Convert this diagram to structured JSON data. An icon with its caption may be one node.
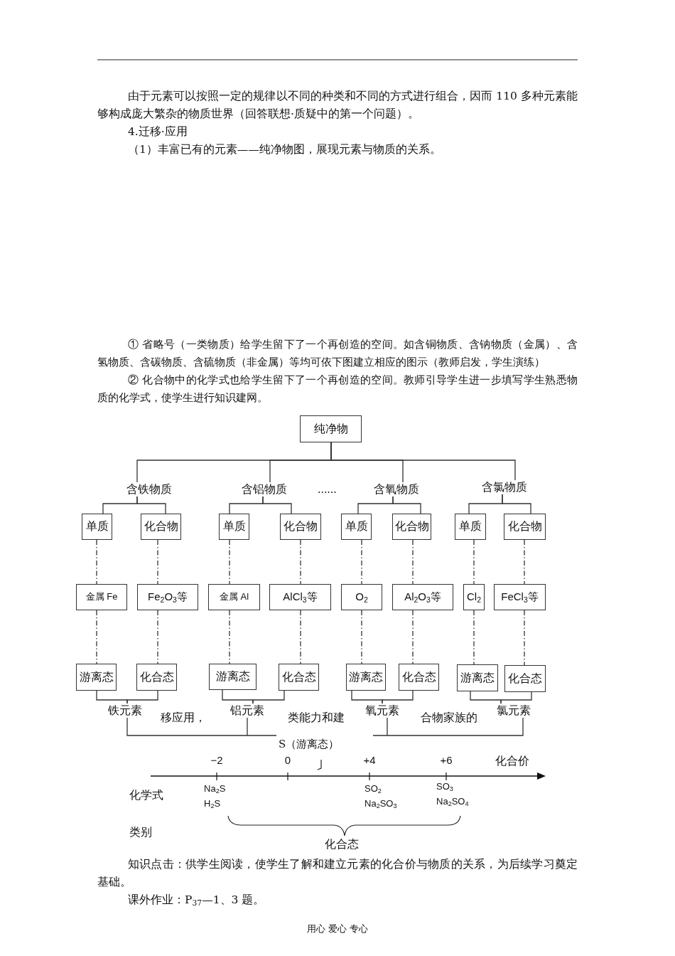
{
  "diagram": {
    "nodes": [
      {
        "text": [
          "纯净物"
        ]
      },
      {
        "text": [
          "含铁物质"
        ]
      },
      {
        "text": [
          "含铝物质"
        ]
      },
      {
        "text": [
          "含氧物质"
        ]
      },
      {
        "text": [
          "含氯物质"
        ]
      },
      {
        "text": [
          "单质"
        ]
      },
      {
        "text": [
          "化合物"
        ]
      },
      {
        "text": [
          "单质"
        ]
      },
      {
        "text": [
          "化合物"
        ]
      },
      {
        "text": [
          "单质"
        ]
      },
      {
        "text": [
          "化合物"
        ]
      },
      {
        "text": [
          "单质"
        ]
      },
      {
        "text": [
          "化合物"
        ]
      },
      {
        "text": [
          "金属 Fe"
        ]
      },
      {
        "text": [
          "Fe$_{2}$O$_{3}$等"
        ]
      },
      {
        "text": [
          "金属 Al"
        ]
      },
      {
        "text": [
          "AlCl$_{3}$等"
        ]
      },
      {
        "text": [
          "O$_{2}$"
        ]
      },
      {
        "text": [
          "Al$_{2}$O$_{3}$等"
        ]
      },
      {
        "text": [
          "Cl$_{2}$"
        ]
      },
      {
        "text": [
          "FeCl$_{3}$等"
        ]
      },
      {
        "text": [
          "游离态"
        ]
      },
      {
        "text": [
          "化合态"
        ]
      },
      {
        "text": [
          "游离态"
        ]
      },
      {
        "text": [
          "化合态"
        ]
      },
      {
        "text": [
          "游离态"
        ]
      },
      {
        "text": [
          "化合态"
        ]
      },
      {
        "text": [
          "游离态"
        ]
      },
      {
        "text": [
          "化合态"
        ]
      },
      {
        "text": [
          "铁元素"
        ]
      },
      {
        "text": [
          "铝元素"
        ]
      },
      {
        "text": [
          "氧元素"
        ]
      },
      {
        "text": [
          "氯元素"
        ]
      }
    ],
    "edges": [
      {
        "from": 0,
        "to": 1,
        "arrow": "none"
      },
      {
        "from": 0,
        "to": 2,
        "arrow": "none"
      },
      {
        "from": 0,
        "to": 3,
        "arrow": "none"
      },
      {
        "from": 0,
        "to": 4,
        "arrow": "none"
      },
      {
        "from": 1,
        "to": 5,
        "arrow": "none"
      },
      {
        "from": 1,
        "to": 6,
        "arrow": "none"
      },
      {
        "from": 2,
        "to": 7,
        "arrow": "none"
      },
      {
        "from": 2,
        "to": 8,
        "arrow": "none"
      },
      {
        "from": 3,
        "to": 9,
        "arrow": "none"
      },
      {
        "from": 3,
        "to": 10,
        "arrow": "none"
      },
      {
        "from": 4,
        "to": 11,
        "arrow": "none"
      },
      {
        "from": 4,
        "to": 12,
        "arrow": "none"
      },
      {
        "from": 5,
        "to": 13,
        "arrow": "none",
        "style": "dashed"
      },
      {
        "from": 6,
        "to": 14,
        "arrow": "none",
        "style": "dashed"
      },
      {
        "from": 7,
        "to": 15,
        "arrow": "none",
        "style": "dashed"
      },
      {
        "from": 8,
        "to": 16,
        "arrow": "none",
        "style": "dashed"
      },
      {
        "from": 9,
        "to": 17,
        "arrow": "none",
        "style": "dashed"
      },
      {
        "from": 10,
        "to": 18,
        "arrow": "none",
        "style": "dashed"
      },
      {
        "from": 11,
        "to": 19,
        "arrow": "none",
        "style": "dashed"
      },
      {
        "from": 12,
        "to": 20,
        "arrow": "none",
        "style": "dashed"
      },
      {
        "from": 13,
        "to": 21,
        "arrow": "none",
        "style": "dashed"
      },
      {
        "from": 14,
        "to": 22,
        "arrow": "none",
        "style": "dashed"
      },
      {
        "from": 15,
        "to": 23,
        "arrow": "none",
        "style": "dashed"
      },
      {
        "from": 16,
        "to": 24,
        "arrow": "none",
        "style": "dashed"
      },
      {
        "from": 17,
        "to": 25,
        "arrow": "none",
        "style": "dashed"
      },
      {
        "from": 18,
        "to": 26,
        "arrow": "none",
        "style": "dashed"
      },
      {
        "from": 19,
        "to": 27,
        "arrow": "none",
        "style": "dashed"
      },
      {
        "from": 20,
        "to": 28,
        "arrow": "none",
        "style": "dashed"
      },
      {
        "from": 21,
        "to": 29,
        "arrow": "none"
      },
      {
        "from": 22,
        "to": 29,
        "arrow": "none"
      },
      {
        "from": 23,
        "to": 30,
        "arrow": "none"
      },
      {
        "from": 24,
        "to": 30,
        "arrow": "none"
      },
      {
        "from": 25,
        "to": 31,
        "arrow": "none"
      },
      {
        "from": 26,
        "to": 31,
        "arrow": "none"
      },
      {
        "from": 27,
        "to": 32,
        "arrow": "none"
      },
      {
        "from": 28,
        "to": 32,
        "arrow": "none"
      },
      {
        "from": 29,
        "to": 30,
        "arrow": "none"
      },
      {
        "from": 31,
        "to": 32,
        "arrow": "none"
      }
    ],
    "labels": [
      "由于元素可以按照一定的规律以不同的种类和不同的方式进行组合，因而 110 多种元素能够构成庞大繁杂的物质世界（回答联想·质疑中的第一个问题）。",
      "4.迁移·应用",
      "（1）丰富已有的元素——纯净物图，展现元素与物质的关系。",
      "① 省略号（一类物质）给学生留下了一个再创造的空间。如含铜物质、含钠物质（金属）、含氢物质、含碳物质、含硫物质（非金属）等均可依下图建立相应的图示（教师启发，学生演练）",
      "② 化合物中的化学式也给学生留下了一个再创造的空间。教师引导学生进一步填写学生熟悉物质的化学式，使学生进行知识建网。",
      "......",
      "移应用，",
      "类能力和建",
      "合物家族的",
      "S（游离态）",
      "−2",
      "0",
      "+4",
      "+6",
      "化合价",
      "化学式",
      "Na$_{2}$S",
      "H$_{2}$S",
      "SO$_{2}$",
      "Na$_{2}$SO$_{3}$",
      "SO$_{3}$",
      "Na$_{2}$SO$_{4}$",
      "类别",
      "化合态",
      "知识点击：供学生阅读，使学生了解和建立元素的化合价与物质的关系，为后续学习奠定基础。",
      "课外作业：P$_{37}$—1、3 题。",
      "用心 爱心 专心"
    ]
  }
}
